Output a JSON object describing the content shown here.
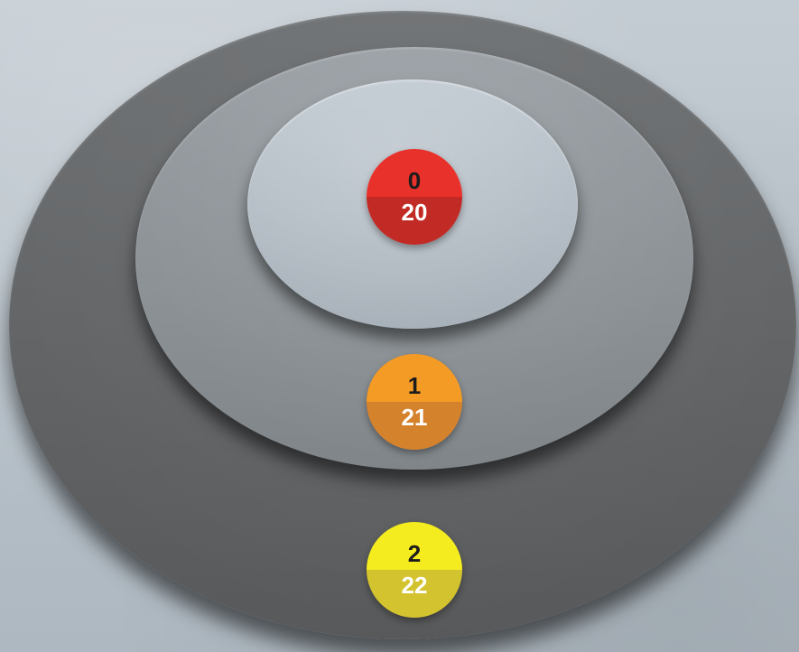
{
  "rings": [
    {
      "index_label": "0",
      "value_label": "20",
      "top_color": "#e8312b",
      "bottom_color": "#c22a25"
    },
    {
      "index_label": "1",
      "value_label": "21",
      "top_color": "#f39b25",
      "bottom_color": "#d5822d"
    },
    {
      "index_label": "2",
      "value_label": "22",
      "top_color": "#f5ec1f",
      "bottom_color": "#d3c32e"
    }
  ],
  "disc_colors": {
    "outer": "#626466",
    "middle": "#8b9195",
    "inner": "#b3bcc4"
  }
}
